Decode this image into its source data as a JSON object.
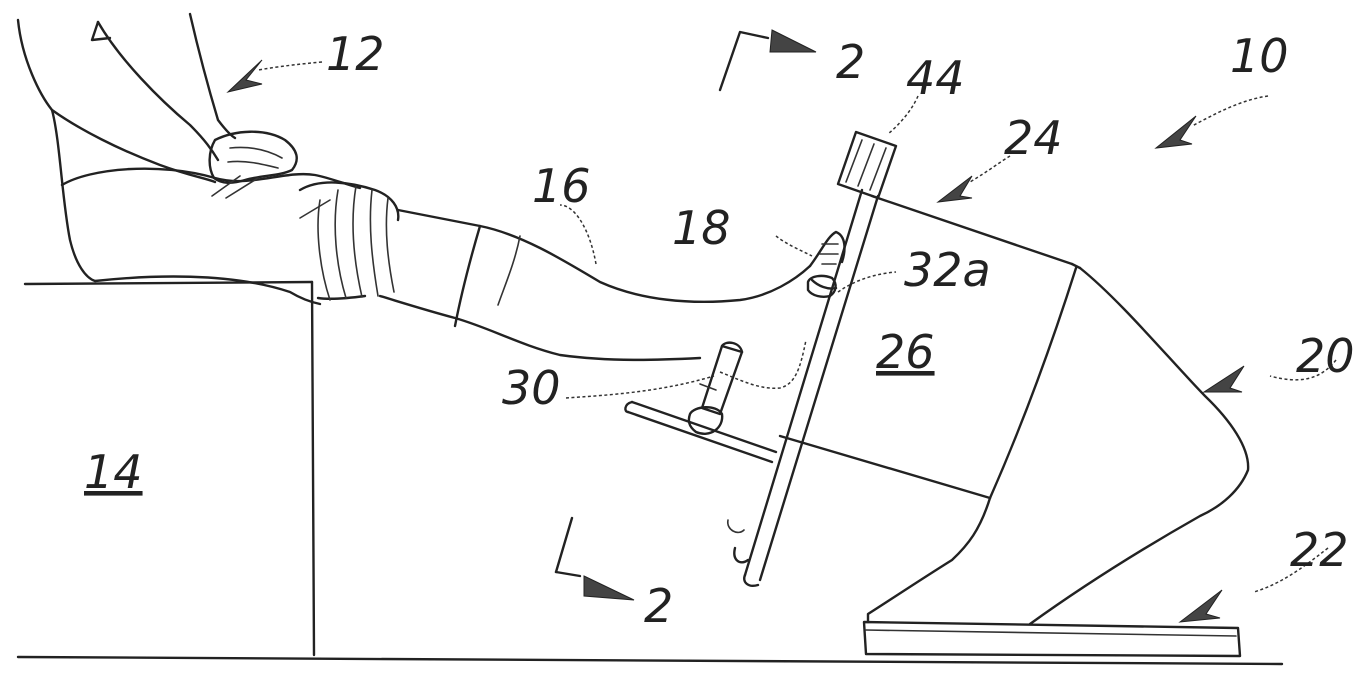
{
  "labels": {
    "ref_10": "10",
    "ref_12": "12",
    "ref_14": "14",
    "ref_16": "16",
    "ref_18": "18",
    "ref_20": "20",
    "ref_22": "22",
    "ref_24": "24",
    "ref_26": "26",
    "ref_30": "30",
    "ref_32a": "32a",
    "ref_44": "44",
    "section_top": "2",
    "section_bottom": "2"
  },
  "colors": {
    "line": "#222222",
    "background": "#ffffff"
  }
}
